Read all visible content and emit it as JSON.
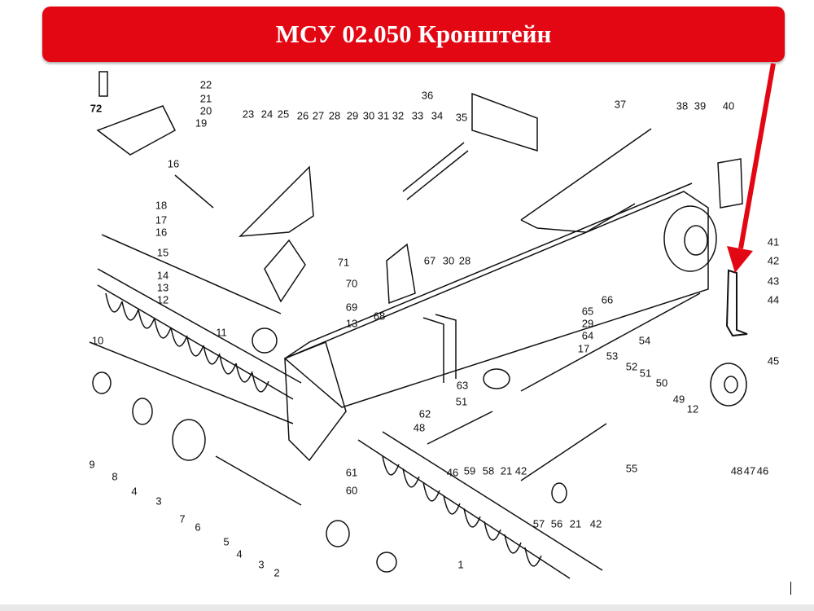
{
  "banner": {
    "title": "МСУ 02.050 Кронштейн",
    "color": "#e30613"
  },
  "diagram": {
    "arrow_color": "#e30613",
    "highlighted_part": "43",
    "callouts": [
      "72",
      "22",
      "21",
      "20",
      "19",
      "16",
      "18",
      "17",
      "16",
      "15",
      "14",
      "13",
      "12",
      "10",
      "11",
      "23",
      "24",
      "25",
      "26",
      "27",
      "28",
      "29",
      "30",
      "31",
      "32",
      "33",
      "34",
      "35",
      "36",
      "37",
      "38",
      "39",
      "40",
      "41",
      "42",
      "43",
      "44",
      "45",
      "71",
      "70",
      "69",
      "13",
      "67",
      "30",
      "28",
      "68",
      "66",
      "65",
      "29",
      "64",
      "17",
      "54",
      "53",
      "52",
      "51",
      "50",
      "49",
      "12",
      "55",
      "48",
      "47",
      "46",
      "63",
      "51",
      "62",
      "48",
      "46",
      "59",
      "58",
      "21",
      "42",
      "61",
      "60",
      "57",
      "56",
      "21",
      "42",
      "9",
      "8",
      "4",
      "3",
      "7",
      "6",
      "5",
      "4",
      "3",
      "2",
      "1"
    ]
  }
}
